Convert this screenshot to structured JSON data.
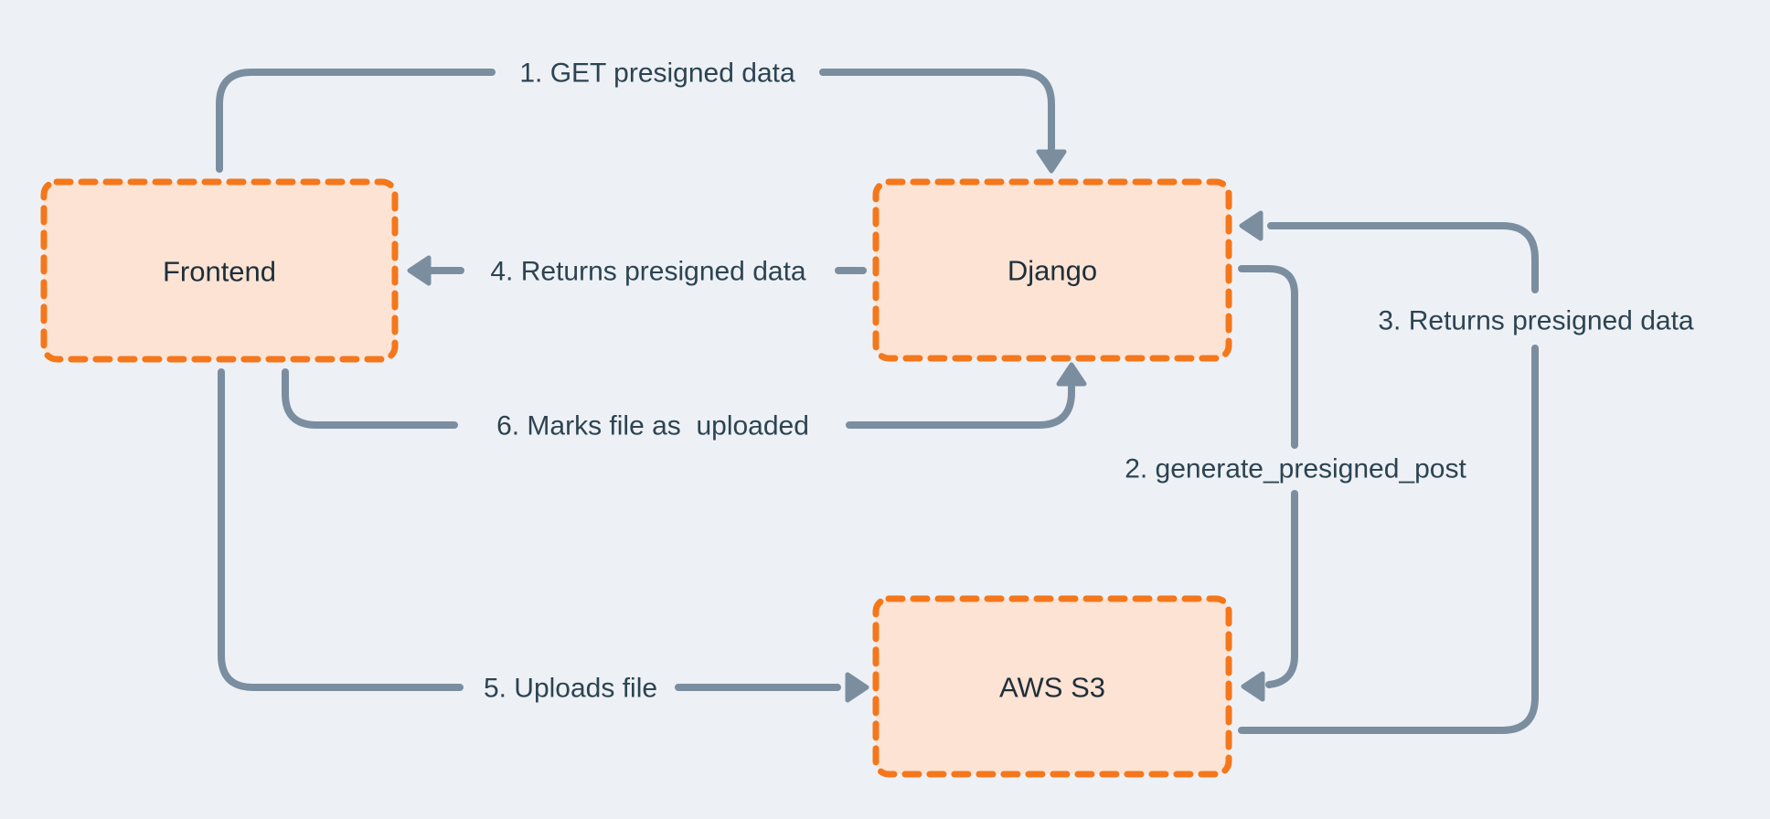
{
  "diagram": {
    "nodes": [
      {
        "id": "frontend",
        "label": "Frontend"
      },
      {
        "id": "django",
        "label": "Django"
      },
      {
        "id": "aws-s3",
        "label": "AWS S3"
      }
    ],
    "edges": [
      {
        "id": "1",
        "label": "1. GET presigned data",
        "from": "frontend",
        "to": "django"
      },
      {
        "id": "2",
        "label": "2. generate_presigned_post",
        "from": "django",
        "to": "aws-s3"
      },
      {
        "id": "3",
        "label": "3. Returns presigned data",
        "from": "aws-s3",
        "to": "django"
      },
      {
        "id": "4",
        "label": "4. Returns presigned data",
        "from": "django",
        "to": "frontend"
      },
      {
        "id": "5",
        "label": "5. Uploads file",
        "from": "frontend",
        "to": "aws-s3"
      },
      {
        "id": "6",
        "label": "6. Marks file as  uploaded",
        "from": "frontend",
        "to": "django"
      }
    ],
    "colors": {
      "background": "#edf1f5",
      "node_fill": "#fce3d4",
      "node_border": "#f4771c",
      "arrow": "#7b8ea0",
      "edge_label_text": "#2d4352",
      "node_label_text": "#1e2f3a"
    }
  }
}
